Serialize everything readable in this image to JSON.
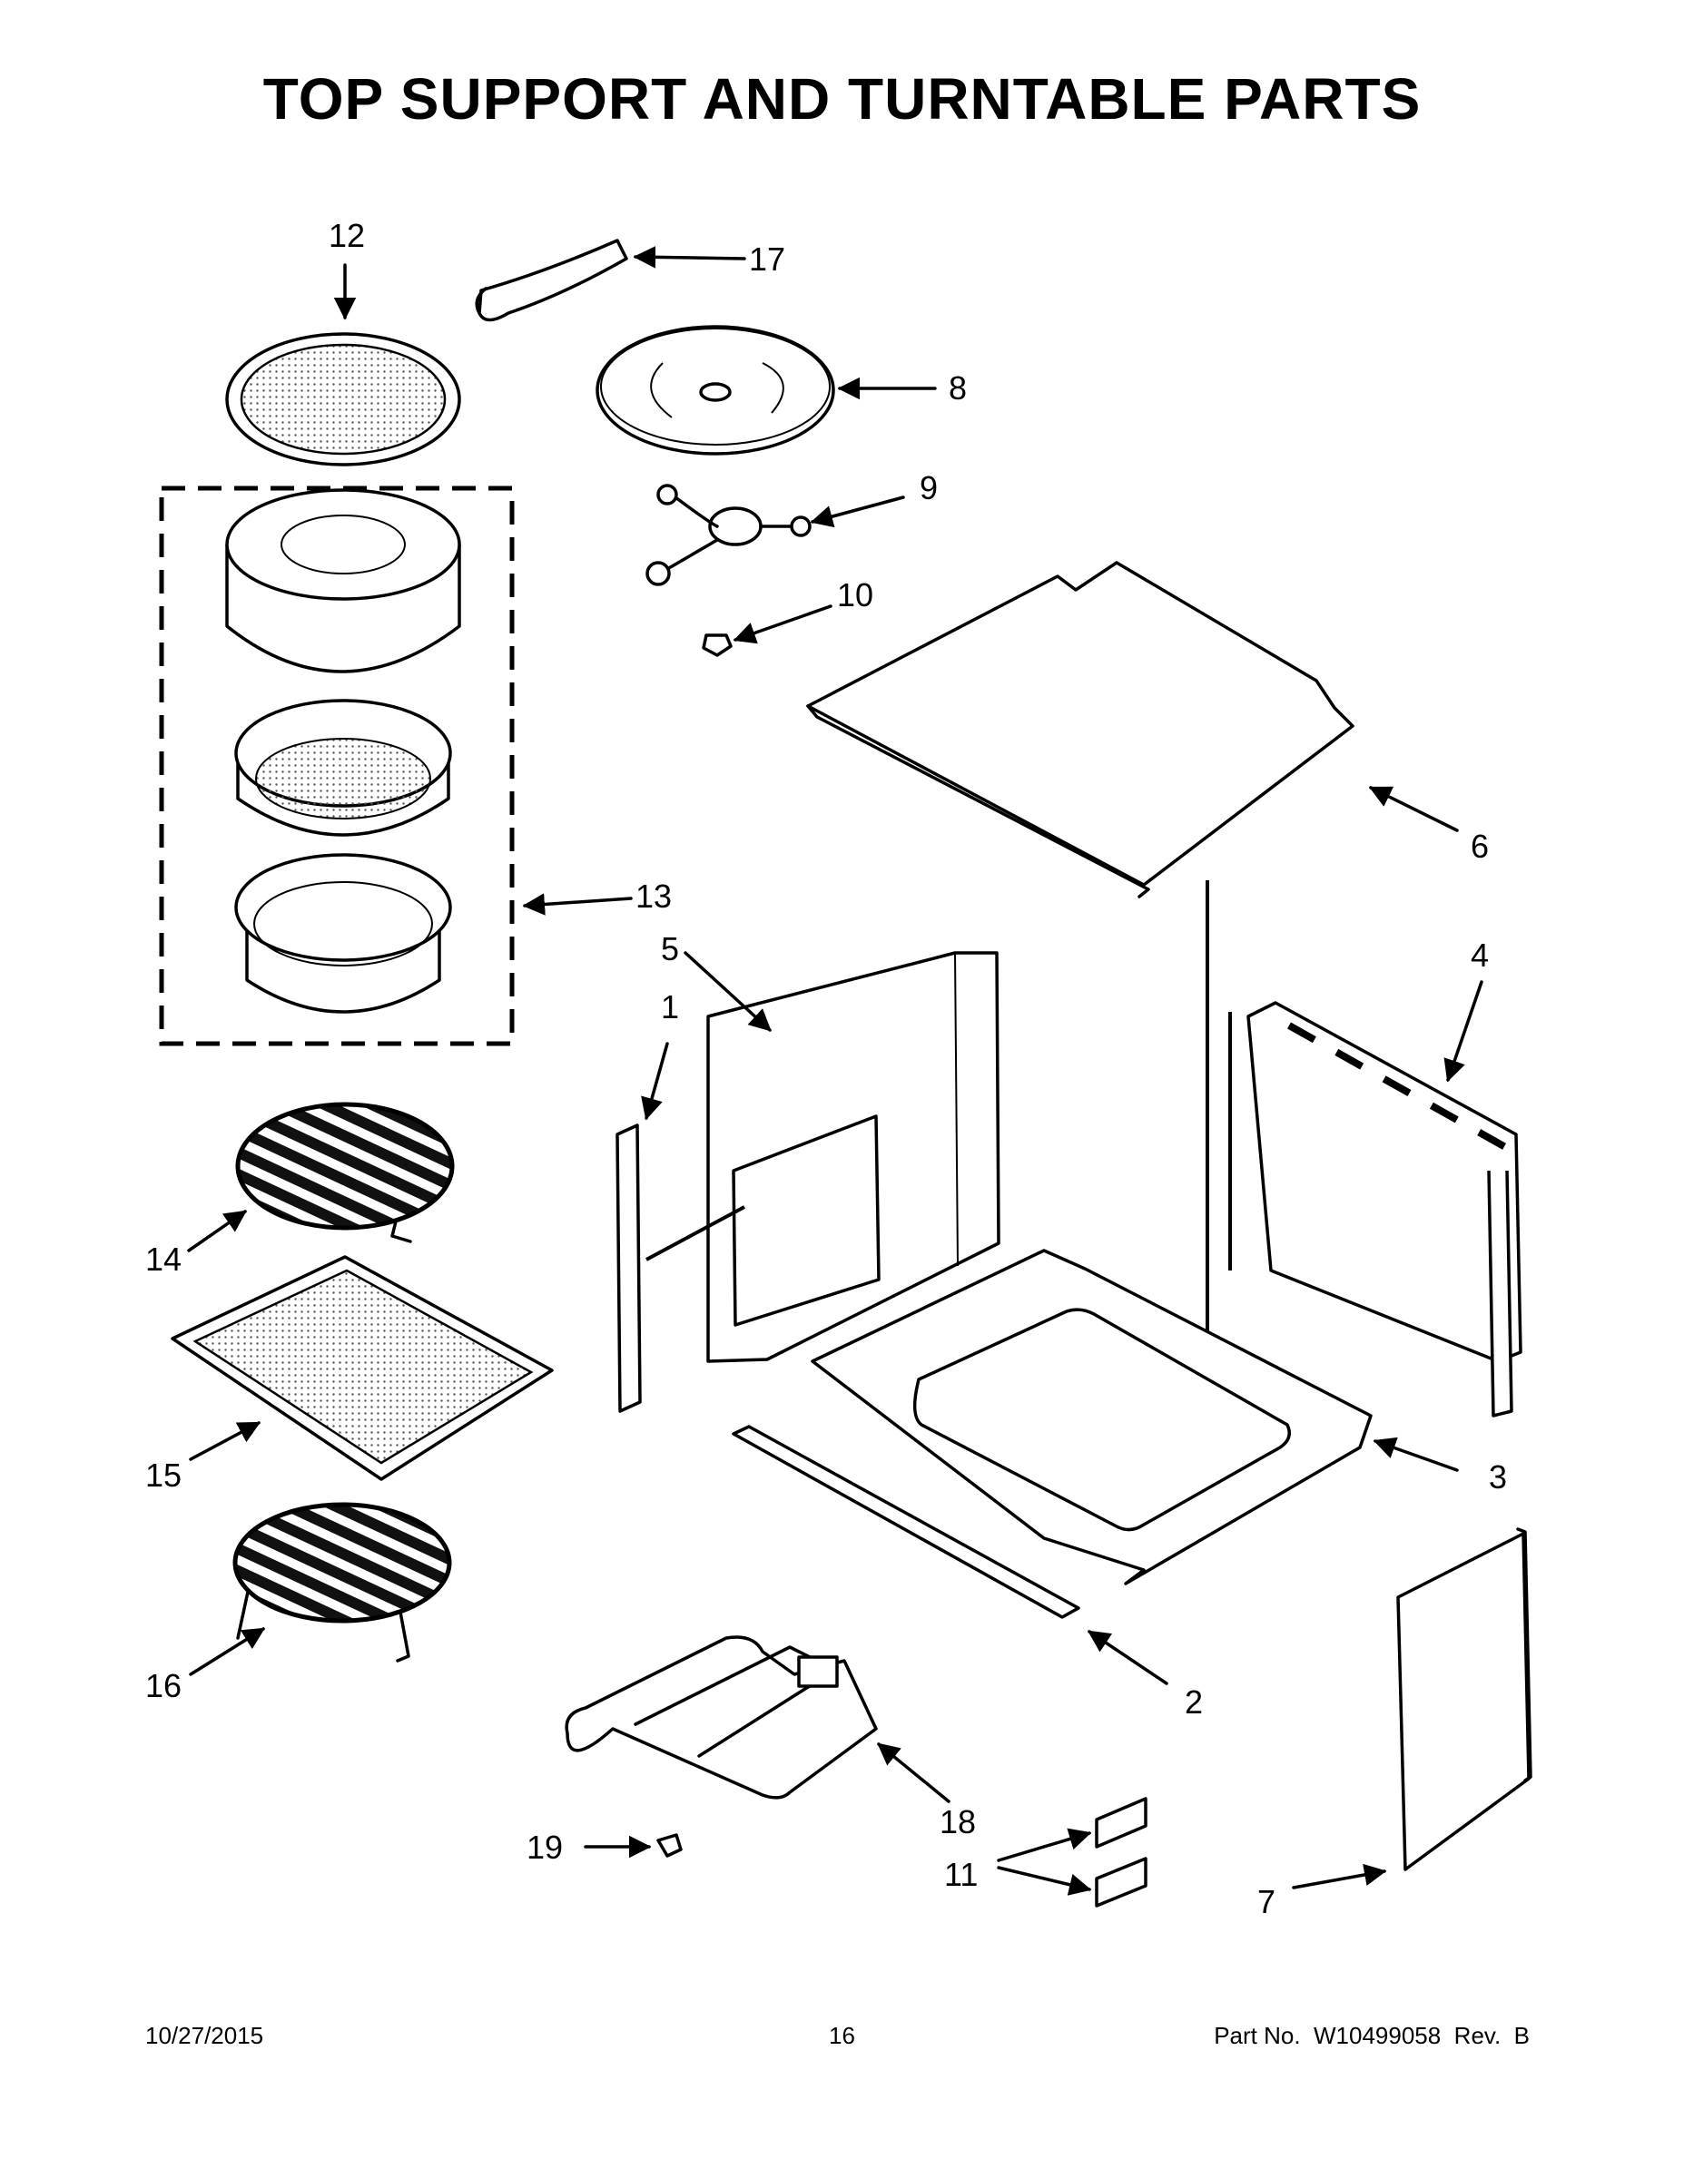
{
  "title": "TOP SUPPORT AND TURNTABLE PARTS",
  "callouts": {
    "c1": "1",
    "c2": "2",
    "c3": "3",
    "c4": "4",
    "c5": "5",
    "c6": "6",
    "c7": "7",
    "c8": "8",
    "c9": "9",
    "c10": "10",
    "c11": "11",
    "c12": "12",
    "c13": "13",
    "c14": "14",
    "c15": "15",
    "c16": "16",
    "c17": "17",
    "c18": "18",
    "c19": "19"
  },
  "footer": {
    "date": "10/27/2015",
    "page": "16",
    "part": "Part No.  W10499058  Rev.  B"
  }
}
